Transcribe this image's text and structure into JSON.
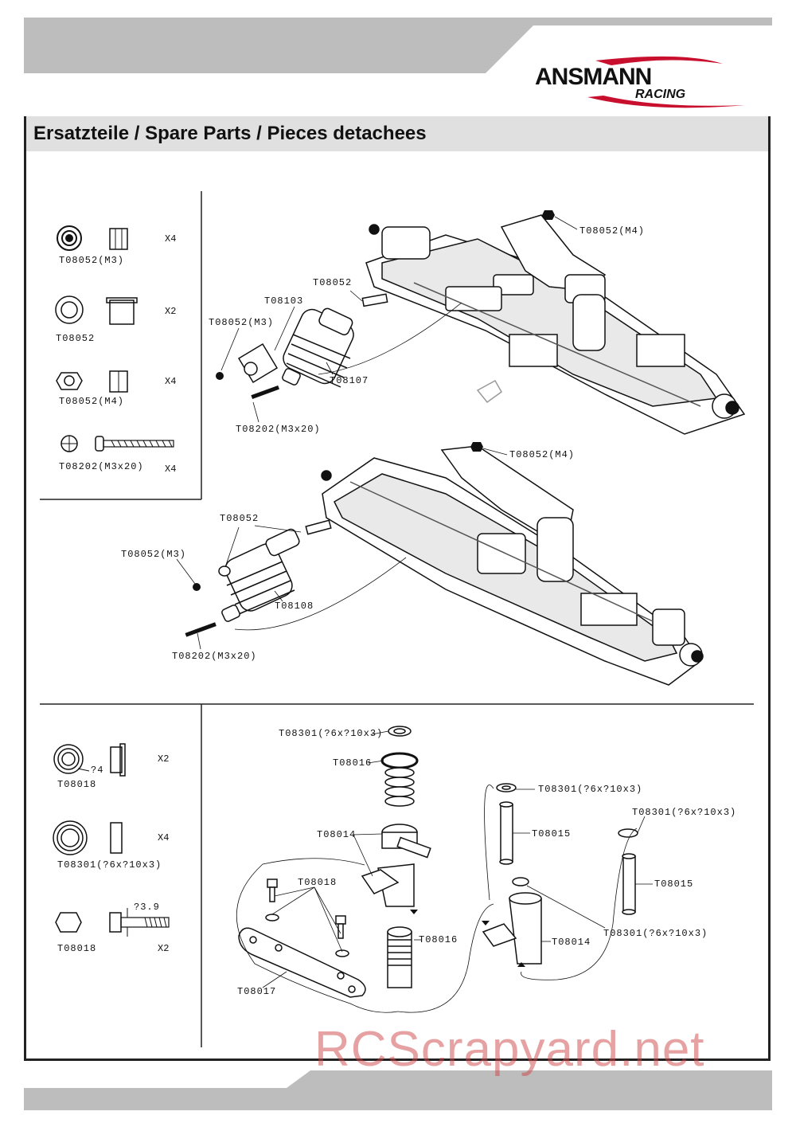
{
  "brand": {
    "name": "ANSMANN",
    "sub": "RACING"
  },
  "title": "Ersatzteile / Spare Parts / Pieces detachees",
  "legend_top": [
    {
      "code": "T08052(M3)",
      "qty": "X4"
    },
    {
      "code": "T08052",
      "qty": "X2"
    },
    {
      "code": "T08052(M4)",
      "qty": "X4"
    },
    {
      "code": "T08202(M3x20)",
      "qty": "X4"
    }
  ],
  "diagram_top": {
    "labels": [
      "T08052(M4)",
      "T08052",
      "T08103",
      "T08052(M3)",
      "T08107",
      "T08202(M3x20)"
    ]
  },
  "diagram_mid": {
    "labels": [
      "T08052(M4)",
      "T08052",
      "T08052(M3)",
      "T08108",
      "T08202(M3x20)"
    ]
  },
  "legend_bottom": [
    {
      "code": "T08018",
      "qty": "X2",
      "note": "?4"
    },
    {
      "code": "T08301(?6x?10x3)",
      "qty": "X4"
    },
    {
      "code": "T08018",
      "qty": "X2",
      "note": "?3.9"
    }
  ],
  "diagram_bottom": {
    "labels": [
      "T08301(?6x?10x3)",
      "T08016",
      "T08014",
      "T08018",
      "T08016",
      "T08017",
      "T08301(?6x?10x3)",
      "T08015",
      "T08301(?6x?10x3)",
      "T08015",
      "T08301(?6x?10x3)",
      "T08014"
    ]
  },
  "watermark": "RCScrapyard.net"
}
